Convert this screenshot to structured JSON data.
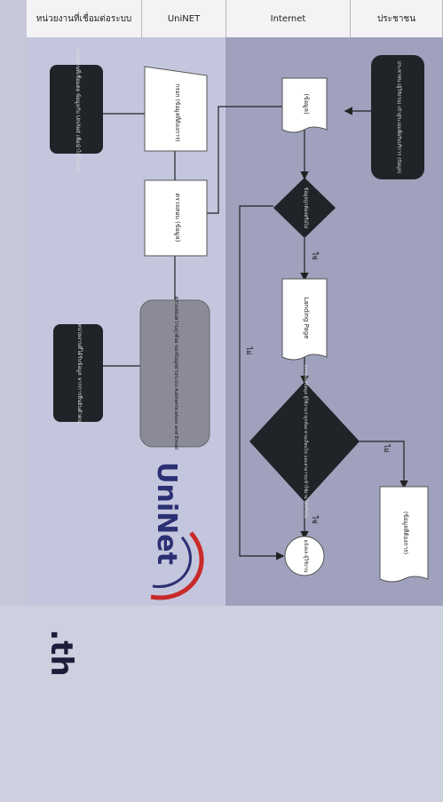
{
  "header": {
    "col1": "หน่วยงานที่เชื่อมต่อระบบ",
    "col2": "UniNET",
    "col3": "Internet",
    "col4": "ประชาชน"
  },
  "nodes": {
    "uninet_start": "กรอก (ข้อมูลที่ต้องการ)",
    "uninet_note_top": "หน่วยงานที่เชื่อมต่อ ข้อมูลกับ UniNet เพื่อนำไปใช้งาน",
    "uninet_proc": "ตรวจสอบ (ข้อมูล)",
    "uninet_auth": "ตรวจสอบความถูกต้อง ของข้อมูลผ่านระบบ Authentication and Email",
    "uninet_note_bottom": "หน่วยงานที่ได้รับข้อมูล จากการยืนยันตัวตน",
    "person_start": "ประชาชน (ผู้ใช้งาน) เข้าสู่ระบบเพื่อรับบริการ (ข้อมูล)",
    "internet_doc": "(ข้อมูล)",
    "decision1": "ข้อมูลถูกต้องหรือไม่",
    "landing": "Landing Page",
    "decision2": "ตรวจสอบข้อมูล ผู้ใช้งานว่าถูกต้อง ตามเงื่อนไข และสามารถเข้าใช้งาน ได้หรือไม่",
    "end_terminal": "แจ้งผล ผู้ใช้งาน",
    "person_doc": "(ข้อมูลที่ต้องการ)"
  },
  "labels": {
    "yes1": "ใช่",
    "no1": "ไม่",
    "yes2": "ใช่",
    "no2": "ไม่"
  },
  "logo_text": "UniNet",
  "domain_text": ".th"
}
